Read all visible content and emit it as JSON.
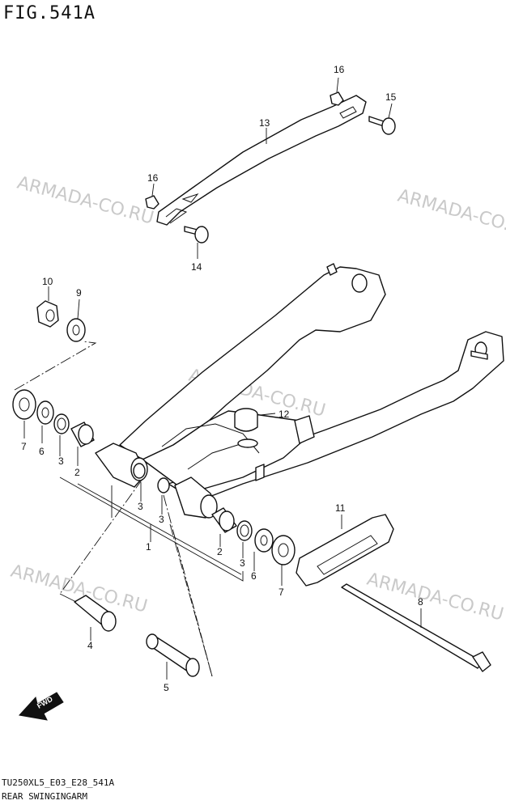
{
  "header": {
    "figure_label": "FIG.541A"
  },
  "footer": {
    "model_code": "TU250XL5_E03_E28_541A",
    "section_name": "REAR SWINGINGARM"
  },
  "watermark": {
    "text": "ARMADA-CO.RU",
    "color": "#b8b8b8"
  },
  "fwd_arrow": {
    "label": "FWD"
  },
  "callouts": {
    "c1": "1",
    "c2a": "2",
    "c2b": "2",
    "c3a": "3",
    "c3b": "3",
    "c3c": "3",
    "c3d": "3",
    "c4": "4",
    "c5": "5",
    "c6a": "6",
    "c6b": "6",
    "c7a": "7",
    "c7b": "7",
    "c8": "8",
    "c9": "9",
    "c10": "10",
    "c11": "11",
    "c12": "12",
    "c13": "13",
    "c14": "14",
    "c15": "15",
    "c16a": "16",
    "c16b": "16"
  }
}
